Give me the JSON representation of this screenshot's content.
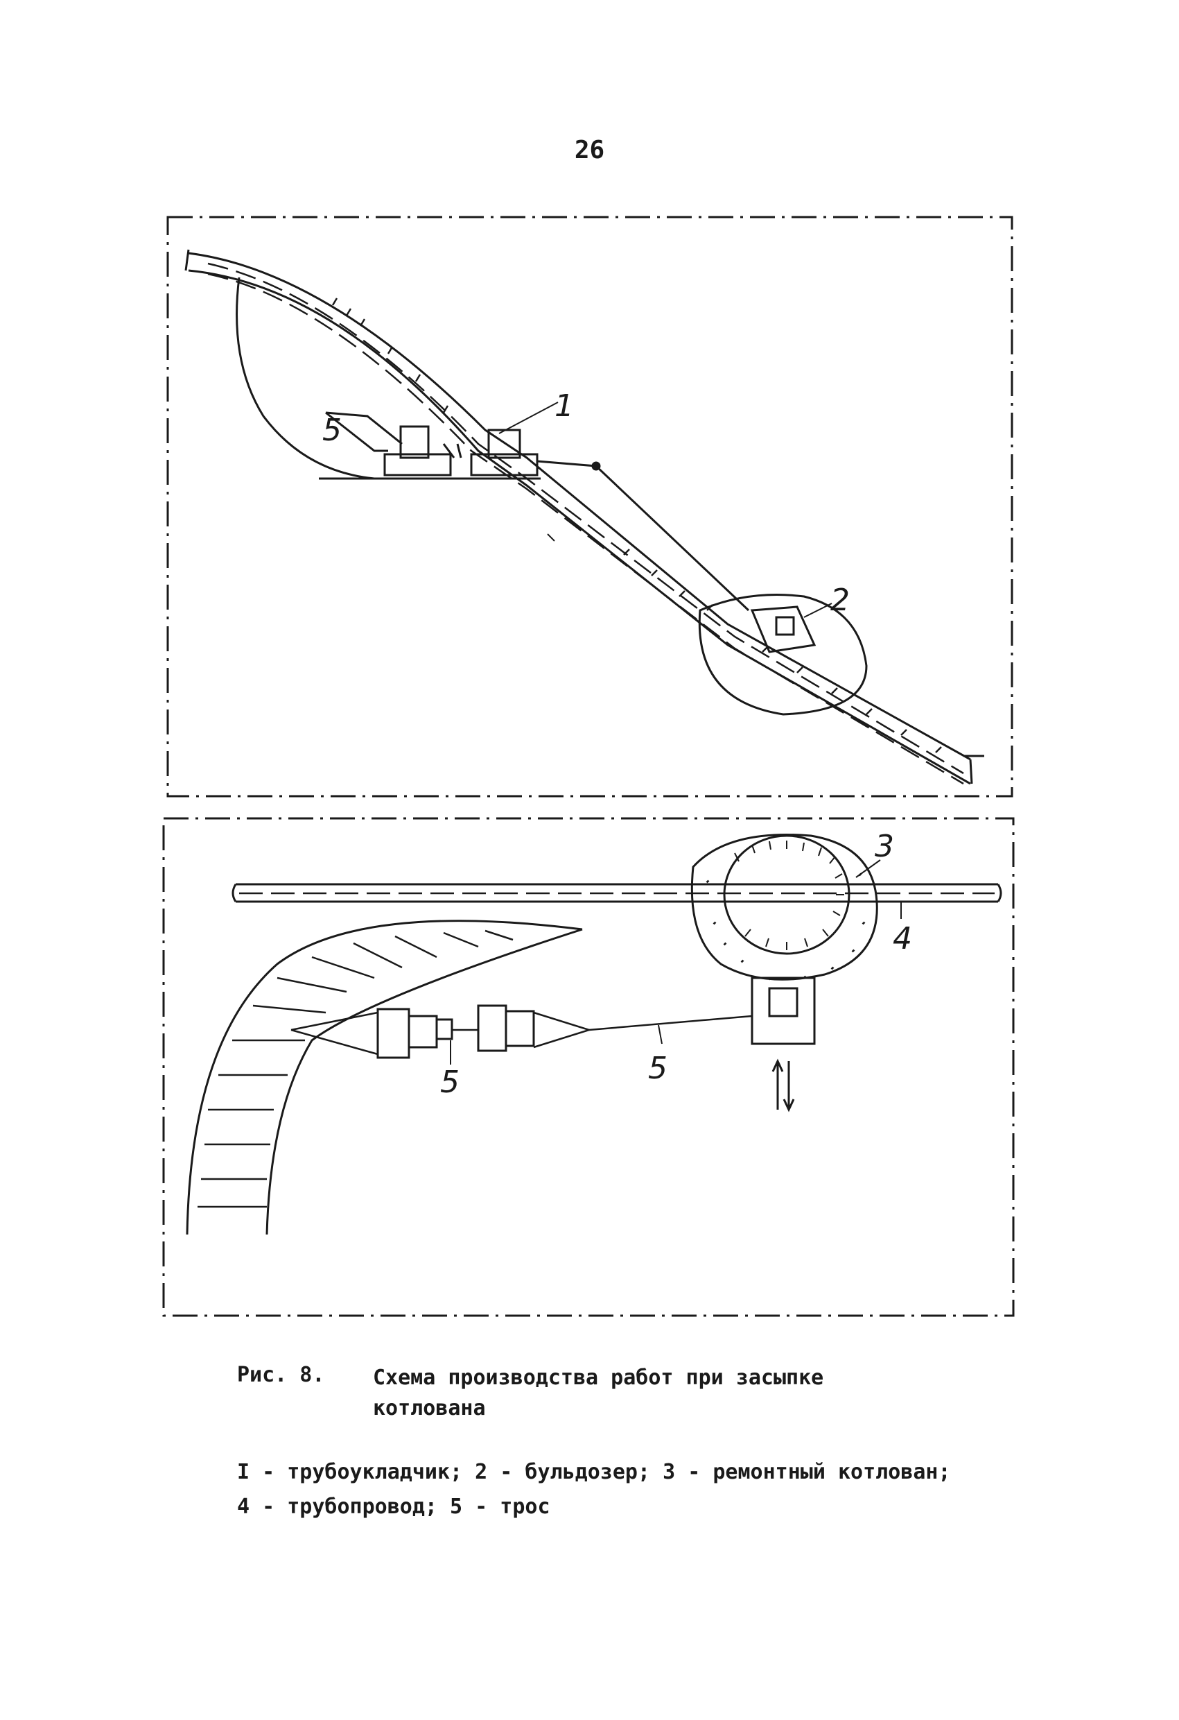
{
  "page": {
    "number": "26"
  },
  "figure": {
    "top_callouts": [
      "1",
      "2",
      "5"
    ],
    "bottom_callouts": [
      "3",
      "4",
      "5",
      "5"
    ]
  },
  "caption": {
    "label": "Рис. 8.",
    "text": "Схема производства работ при засыпке котлована"
  },
  "legend": {
    "line1": "I - трубоукладчик; 2 - бульдозер; 3 - ремонтный котлован;",
    "line2": "4 - трубопровод; 5 - трос"
  },
  "colors": {
    "ink": "#1a1a1a",
    "paper": "#ffffff"
  }
}
